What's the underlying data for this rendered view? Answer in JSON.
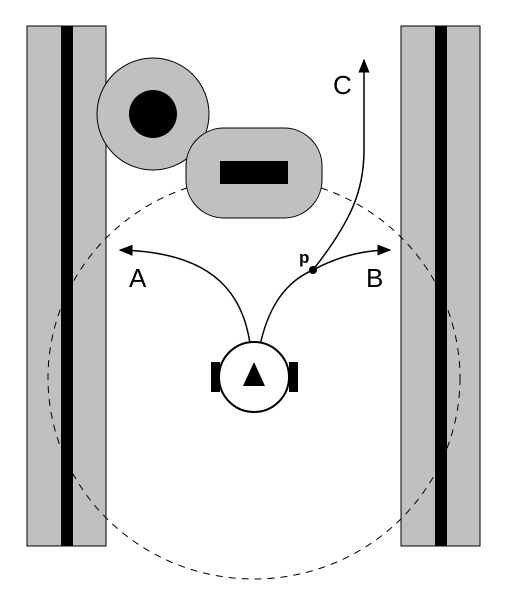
{
  "labels": {
    "path_a": "A",
    "path_b": "B",
    "path_c": "C",
    "branch_point": "p"
  },
  "colors": {
    "wall_fill": "#c0c0c0",
    "obstacle_fill": "#c0c0c0",
    "dark": "#000000",
    "background": "#ffffff"
  },
  "icons": {
    "robot": "differential-drive-robot-icon",
    "round_obstacle": "circle-obstacle-icon",
    "rect_obstacle": "rounded-rect-obstacle-icon"
  }
}
